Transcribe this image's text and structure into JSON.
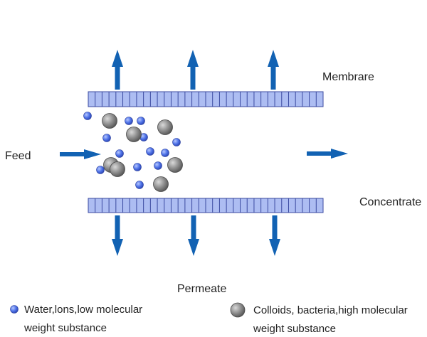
{
  "labels": {
    "membrane": "Membrare",
    "feed": "Feed",
    "concentrate": "Concentrate",
    "permeate": "Permeate"
  },
  "legend": [
    {
      "kind": "small",
      "lines": [
        "Water,lons,low molecular",
        "weight substance"
      ]
    },
    {
      "kind": "large",
      "lines": [
        "Colloids, bacteria,high molecular",
        "weight substance"
      ]
    }
  ],
  "colors": {
    "arrow": "#1262b3",
    "membrane_fill": "#adbdf2",
    "membrane_stroke": "#3b4aa0",
    "small_particle": "#4a72e6",
    "large_particle": "#8c8c8c",
    "text": "#222222"
  },
  "icons": {
    "flow_arrow": "arrow-icon",
    "small_particle": "blue-particle-icon",
    "large_particle": "gray-particle-icon"
  }
}
